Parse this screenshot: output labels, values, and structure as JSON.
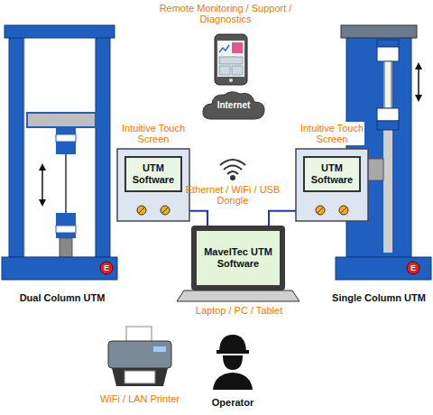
{
  "diagram": {
    "nodes": [
      {
        "text": [
          "Internet"
        ]
      },
      {
        "text": [
          "Intuitive Touch Screen"
        ]
      },
      {
        "text": [
          "UTM Software"
        ],
        "in": 1
      },
      {
        "text": [
          "Intuitive Touch Screen"
        ]
      },
      {
        "text": [
          "UTM Software"
        ],
        "in": 3
      },
      {
        "text": [
          "MavelTec UTM Software"
        ]
      }
    ],
    "edges": [
      {
        "from": 1,
        "to": 5,
        "arrow": "none"
      },
      {
        "from": 3,
        "to": 5,
        "arrow": "none"
      }
    ],
    "labels": [
      "Remote Monitoring / Support / Diagnostics",
      "Ethernet / WiFi / USB Dongle",
      "Dual Column UTM",
      "E",
      "Laptop / PC / Tablet",
      "Single Column UTM",
      "E",
      "WiFi / LAN Printer",
      "Operator"
    ]
  }
}
